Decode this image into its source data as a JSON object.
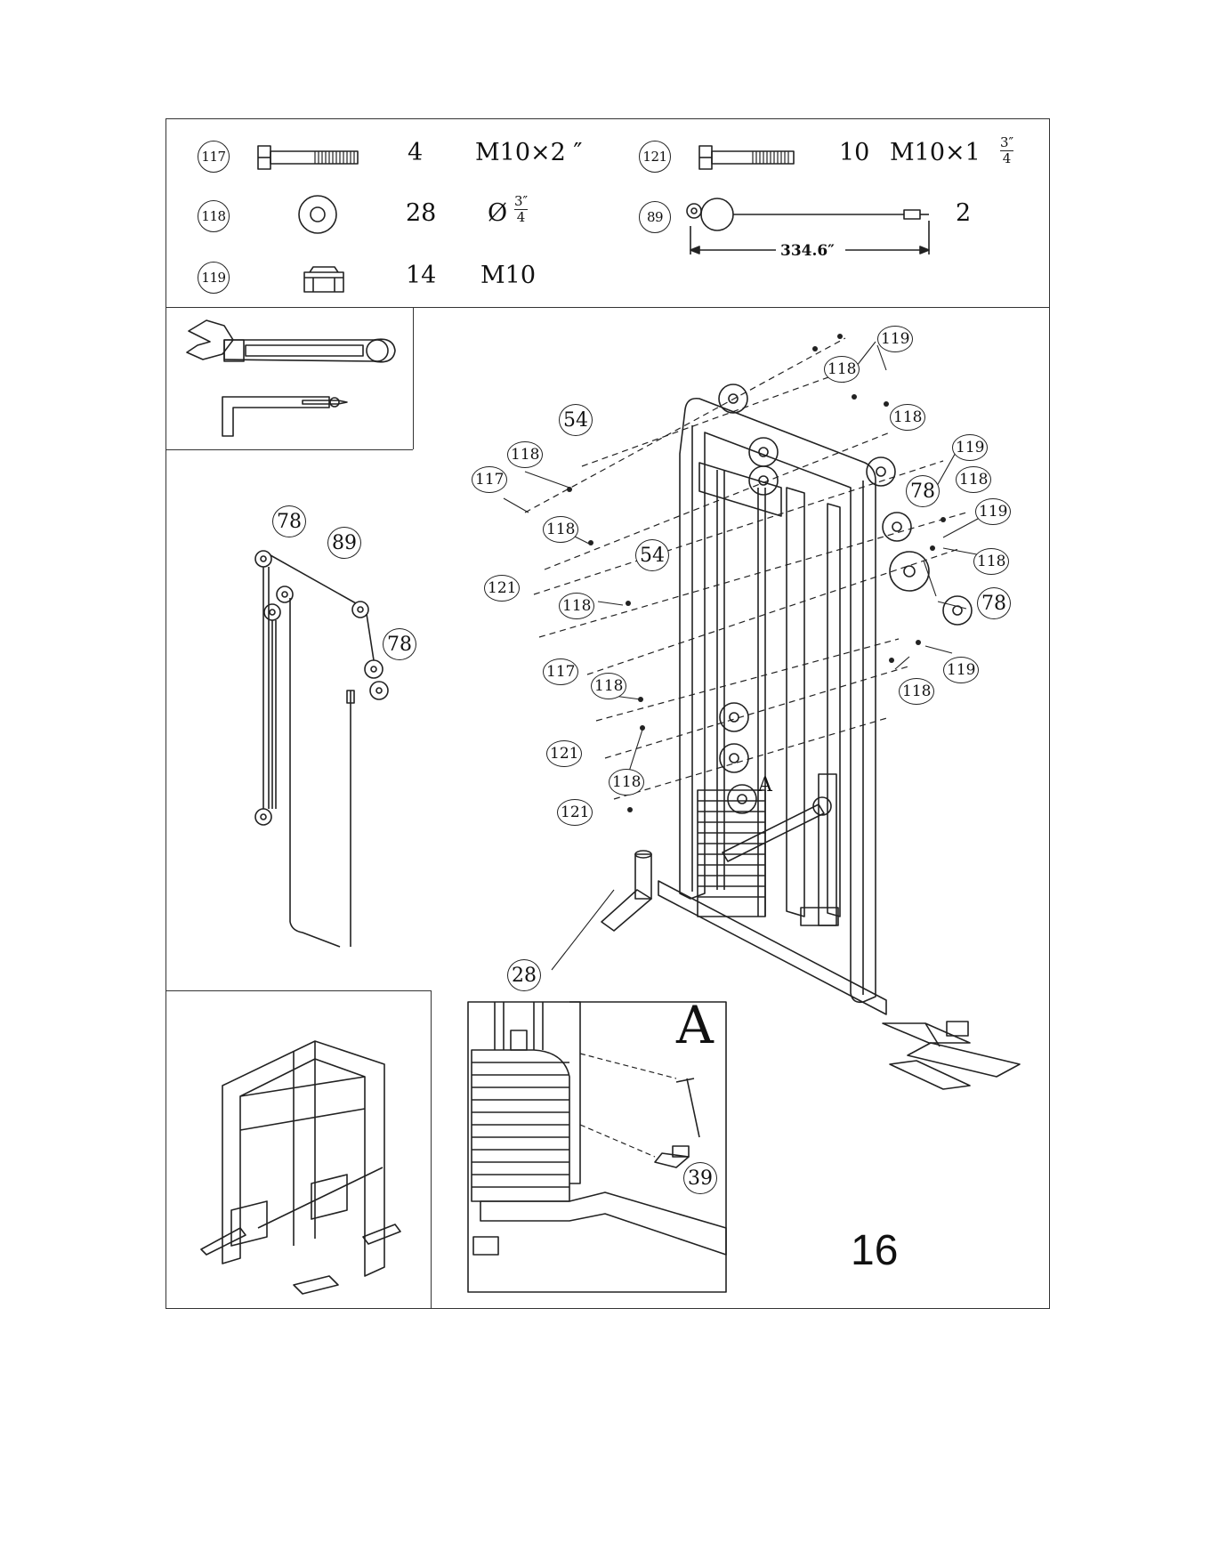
{
  "parts": [
    {
      "id": "117",
      "qty": "4",
      "spec": "M10×2 ″"
    },
    {
      "id": "118",
      "qty": "28",
      "spec": "Ø"
    },
    {
      "id": "119",
      "qty": "14",
      "spec": "M10"
    },
    {
      "id": "121",
      "qty": "10",
      "spec": "M10×1"
    },
    {
      "id": "89",
      "qty": "2",
      "spec": ""
    }
  ],
  "fractions": {
    "p118": {
      "num": "3″",
      "den": "4"
    },
    "p121": {
      "num": "3″",
      "den": "4"
    }
  },
  "cable_length": "334.6″",
  "callouts": {
    "main": [
      "119",
      "118",
      "118",
      "119",
      "118",
      "119",
      "118",
      "78",
      "54",
      "118",
      "117",
      "118",
      "121",
      "54",
      "118",
      "117",
      "118",
      "121",
      "118",
      "121",
      "78",
      "119",
      "118",
      "118"
    ],
    "cable_view": [
      "78",
      "89",
      "78"
    ],
    "detail": [
      "28",
      "39"
    ]
  },
  "detail_letter": "A",
  "view_letter": "A",
  "page_number": "16",
  "icons": [
    "hex-bolt-icon",
    "washer-icon",
    "nylock-nut-icon",
    "cable-icon",
    "adjustable-wrench-icon",
    "allen-key-icon",
    "screwdriver-icon"
  ]
}
